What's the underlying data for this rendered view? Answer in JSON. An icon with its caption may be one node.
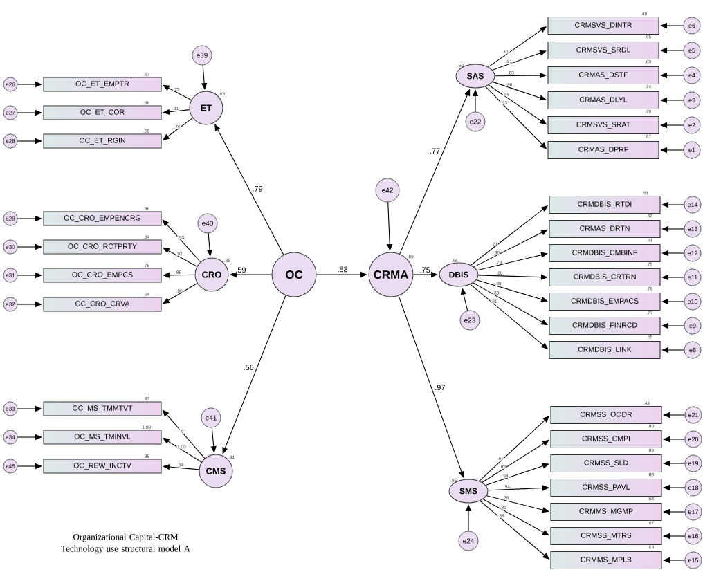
{
  "diagram": {
    "caption": "Organizational Capital-CRM Technology use structural model A",
    "nodes": [
      {
        "text": [
          "e39"
        ]
      },
      {
        "text": [
          "ET"
        ],
        "beside": [
          ".63"
        ]
      },
      {
        "text": [
          "e26"
        ]
      },
      {
        "text": [
          "OC_ET_EMPTR"
        ],
        "beside": [
          ".57"
        ]
      },
      {
        "text": [
          "e27"
        ]
      },
      {
        "text": [
          "OC_ET_COR"
        ],
        "beside": [
          ".66"
        ]
      },
      {
        "text": [
          "e28"
        ]
      },
      {
        "text": [
          "OC_ET_RGIN"
        ],
        "beside": [
          ".58"
        ]
      },
      {
        "text": [
          "e40"
        ]
      },
      {
        "text": [
          "CRO"
        ],
        "beside": [
          ".35"
        ]
      },
      {
        "text": [
          "e29"
        ]
      },
      {
        "text": [
          "OC_CRO_EMPENCRG"
        ],
        "beside": [
          ".86"
        ]
      },
      {
        "text": [
          "e30"
        ]
      },
      {
        "text": [
          "OC_CRO_RCTPRTY"
        ],
        "beside": [
          ".84"
        ]
      },
      {
        "text": [
          "e31"
        ]
      },
      {
        "text": [
          "OC_CRO_EMPCS"
        ],
        "beside": [
          ".78"
        ]
      },
      {
        "text": [
          "e32"
        ]
      },
      {
        "text": [
          "OC_CRO_CRVA"
        ],
        "beside": [
          ".64"
        ]
      },
      {
        "text": [
          "OC"
        ]
      },
      {
        "text": [
          "e41"
        ]
      },
      {
        "text": [
          "CMS"
        ],
        "beside": [
          ".81"
        ]
      },
      {
        "text": [
          "e33"
        ]
      },
      {
        "text": [
          "OC_MS_TMMTVT"
        ],
        "beside": [
          ".37"
        ]
      },
      {
        "text": [
          "e34"
        ]
      },
      {
        "text": [
          "OC_MS_TMINVL"
        ],
        "beside": [
          "1.00"
        ]
      },
      {
        "text": [
          "e45"
        ]
      },
      {
        "text": [
          "OC_REW_INCTV"
        ],
        "beside": [
          ".88"
        ]
      },
      {
        "text": [
          "e42"
        ]
      },
      {
        "text": [
          "CRMA"
        ],
        "beside": [
          ".69"
        ]
      },
      {
        "text": [
          "SAS"
        ],
        "beside": [
          ".60"
        ]
      },
      {
        "text": [
          "e22"
        ]
      },
      {
        "text": [
          "CRMSVS_DINTR"
        ],
        "beside": [
          ".48",
          ".65"
        ]
      },
      {
        "text": [
          "e6"
        ]
      },
      {
        "text": [
          "CRMSVS_SRDL"
        ],
        "beside": [
          ".69"
        ]
      },
      {
        "text": [
          "e5"
        ]
      },
      {
        "text": [
          "CRMAS_DSTF"
        ],
        "beside": [
          ".74"
        ]
      },
      {
        "text": [
          "e4"
        ]
      },
      {
        "text": [
          "CRMAS_DLYL"
        ],
        "beside": [
          ".78"
        ]
      },
      {
        "text": [
          "e3"
        ]
      },
      {
        "text": [
          "CRMSVS_SRAT"
        ],
        "beside": [
          ".87"
        ]
      },
      {
        "text": [
          "e2"
        ]
      },
      {
        "text": [
          "CRMAS_DPRF"
        ]
      },
      {
        "text": [
          "e1"
        ]
      },
      {
        "text": [
          "DBIS"
        ],
        "beside": [
          ".56"
        ]
      },
      {
        "text": [
          "e23"
        ]
      },
      {
        "text": [
          "CRMDBIS_RTDI"
        ],
        "beside": [
          ".51",
          ".63"
        ]
      },
      {
        "text": [
          "e14"
        ]
      },
      {
        "text": [
          "CRMAS_DRTN"
        ],
        "beside": [
          ".61"
        ]
      },
      {
        "text": [
          "e13"
        ]
      },
      {
        "text": [
          "CRMDBIS_CMBINF"
        ],
        "beside": [
          ".75"
        ]
      },
      {
        "text": [
          "e12"
        ]
      },
      {
        "text": [
          "CRMDBIS_CRTRN"
        ],
        "beside": [
          ".79"
        ]
      },
      {
        "text": [
          "e11"
        ]
      },
      {
        "text": [
          "CRMDBIS_EMPACS"
        ],
        "beside": [
          ".77"
        ]
      },
      {
        "text": [
          "e10"
        ]
      },
      {
        "text": [
          "CRMDBIS_FINRCD"
        ],
        "beside": [
          ".65"
        ]
      },
      {
        "text": [
          "e9"
        ]
      },
      {
        "text": [
          "CRMDBIS_LINK"
        ]
      },
      {
        "text": [
          "e8"
        ]
      },
      {
        "text": [
          "SMS"
        ],
        "beside": [
          ".95"
        ]
      },
      {
        "text": [
          "e24"
        ]
      },
      {
        "text": [
          "CRMSS_OODR"
        ],
        "beside": [
          ".44",
          ".80"
        ]
      },
      {
        "text": [
          "e21"
        ]
      },
      {
        "text": [
          "CRMSS_CMPI"
        ],
        "beside": [
          ".89"
        ]
      },
      {
        "text": [
          "e20"
        ]
      },
      {
        "text": [
          "CRMSS_SLD"
        ],
        "beside": [
          ".88"
        ]
      },
      {
        "text": [
          "e19"
        ]
      },
      {
        "text": [
          "CRMSS_PAVL"
        ],
        "beside": [
          ".58"
        ]
      },
      {
        "text": [
          "e18"
        ]
      },
      {
        "text": [
          "CRMMS_MGMP"
        ],
        "beside": [
          ".67"
        ]
      },
      {
        "text": [
          "e17"
        ]
      },
      {
        "text": [
          "CRMSS_MTRS"
        ],
        "beside": [
          ".63"
        ]
      },
      {
        "text": [
          "e16"
        ]
      },
      {
        "text": [
          "CRMMS_MPLB"
        ]
      },
      {
        "text": [
          "e15"
        ]
      }
    ],
    "edges": [
      {
        "from": 0,
        "to": 1,
        "arrow": "to"
      },
      {
        "from": 1,
        "to": 3,
        "arrow": "to",
        "label": ".75"
      },
      {
        "from": 1,
        "to": 5,
        "arrow": "to",
        "label": ".81"
      },
      {
        "from": 1,
        "to": 7,
        "arrow": "to",
        "label": ".76"
      },
      {
        "from": 2,
        "to": 3,
        "arrow": "to"
      },
      {
        "from": 4,
        "to": 5,
        "arrow": "to"
      },
      {
        "from": 6,
        "to": 7,
        "arrow": "to"
      },
      {
        "from": 8,
        "to": 9,
        "arrow": "to"
      },
      {
        "from": 9,
        "to": 11,
        "arrow": "to",
        "label": ".93"
      },
      {
        "from": 9,
        "to": 13,
        "arrow": "to",
        "label": ".92"
      },
      {
        "from": 9,
        "to": 15,
        "arrow": "to",
        "label": ".88"
      },
      {
        "from": 9,
        "to": 17,
        "arrow": "to",
        "label": ".80"
      },
      {
        "from": 10,
        "to": 11,
        "arrow": "to"
      },
      {
        "from": 12,
        "to": 13,
        "arrow": "to"
      },
      {
        "from": 14,
        "to": 15,
        "arrow": "to"
      },
      {
        "from": 16,
        "to": 17,
        "arrow": "to"
      },
      {
        "from": 18,
        "to": 1,
        "arrow": "to",
        "label": ".79"
      },
      {
        "from": 18,
        "to": 9,
        "arrow": "to",
        "label": ".59"
      },
      {
        "from": 18,
        "to": 20,
        "arrow": "to",
        "label": ".56"
      },
      {
        "from": 18,
        "to": 28,
        "arrow": "to",
        "label": ".83"
      },
      {
        "from": 19,
        "to": 20,
        "arrow": "to"
      },
      {
        "from": 20,
        "to": 22,
        "arrow": "to",
        "label": ".61"
      },
      {
        "from": 20,
        "to": 24,
        "arrow": "to",
        "label": "1.00"
      },
      {
        "from": 20,
        "to": 26,
        "arrow": "to",
        "label": ".94"
      },
      {
        "from": 21,
        "to": 22,
        "arrow": "to"
      },
      {
        "from": 23,
        "to": 24,
        "arrow": "to"
      },
      {
        "from": 25,
        "to": 26,
        "arrow": "to"
      },
      {
        "from": 27,
        "to": 28,
        "arrow": "to"
      },
      {
        "from": 28,
        "to": 29,
        "arrow": "to",
        "label": ".77"
      },
      {
        "from": 28,
        "to": 43,
        "arrow": "to",
        "label": ".75"
      },
      {
        "from": 28,
        "to": 59,
        "arrow": "to",
        "label": ".97"
      },
      {
        "from": 30,
        "to": 29,
        "arrow": "to"
      },
      {
        "from": 29,
        "to": 31,
        "arrow": "to",
        "label": ".69"
      },
      {
        "from": 29,
        "to": 33,
        "arrow": "to",
        "label": ".81"
      },
      {
        "from": 29,
        "to": 35,
        "arrow": "to",
        "label": ".83"
      },
      {
        "from": 29,
        "to": 37,
        "arrow": "to",
        "label": ".86"
      },
      {
        "from": 29,
        "to": 39,
        "arrow": "to",
        "label": ".88"
      },
      {
        "from": 29,
        "to": 41,
        "arrow": "to",
        "label": ".93"
      },
      {
        "from": 32,
        "to": 31,
        "arrow": "to"
      },
      {
        "from": 34,
        "to": 33,
        "arrow": "to"
      },
      {
        "from": 36,
        "to": 35,
        "arrow": "to"
      },
      {
        "from": 38,
        "to": 37,
        "arrow": "to"
      },
      {
        "from": 40,
        "to": 39,
        "arrow": "to"
      },
      {
        "from": 42,
        "to": 41,
        "arrow": "to"
      },
      {
        "from": 44,
        "to": 43,
        "arrow": "to"
      },
      {
        "from": 43,
        "to": 45,
        "arrow": "to",
        "label": ".71"
      },
      {
        "from": 43,
        "to": 47,
        "arrow": "to",
        "label": ".80"
      },
      {
        "from": 43,
        "to": 49,
        "arrow": "to",
        "label": ".78"
      },
      {
        "from": 43,
        "to": 51,
        "arrow": "to",
        "label": ".88"
      },
      {
        "from": 43,
        "to": 53,
        "arrow": "to",
        "label": ".89"
      },
      {
        "from": 43,
        "to": 55,
        "arrow": "to",
        "label": ".88"
      },
      {
        "from": 43,
        "to": 57,
        "arrow": "to",
        "label": ".81"
      },
      {
        "from": 46,
        "to": 45,
        "arrow": "to"
      },
      {
        "from": 48,
        "to": 47,
        "arrow": "to"
      },
      {
        "from": 50,
        "to": 49,
        "arrow": "to"
      },
      {
        "from": 52,
        "to": 51,
        "arrow": "to"
      },
      {
        "from": 54,
        "to": 53,
        "arrow": "to"
      },
      {
        "from": 56,
        "to": 55,
        "arrow": "to"
      },
      {
        "from": 58,
        "to": 57,
        "arrow": "to"
      },
      {
        "from": 60,
        "to": 59,
        "arrow": "to"
      },
      {
        "from": 59,
        "to": 61,
        "arrow": "to",
        "label": ".67"
      },
      {
        "from": 59,
        "to": 63,
        "arrow": "to",
        "label": ".89"
      },
      {
        "from": 59,
        "to": 65,
        "arrow": "to",
        "label": ".94"
      },
      {
        "from": 59,
        "to": 67,
        "arrow": "to",
        "label": ".94"
      },
      {
        "from": 59,
        "to": 69,
        "arrow": "to",
        "label": ".76"
      },
      {
        "from": 59,
        "to": 71,
        "arrow": "to",
        "label": ".82"
      },
      {
        "from": 59,
        "to": 73,
        "arrow": "to",
        "label": ".88"
      },
      {
        "from": 62,
        "to": 61,
        "arrow": "to"
      },
      {
        "from": 64,
        "to": 63,
        "arrow": "to"
      },
      {
        "from": 66,
        "to": 65,
        "arrow": "to"
      },
      {
        "from": 68,
        "to": 67,
        "arrow": "to"
      },
      {
        "from": 70,
        "to": 69,
        "arrow": "to"
      },
      {
        "from": 72,
        "to": 71,
        "arrow": "to"
      },
      {
        "from": 74,
        "to": 73,
        "arrow": "to"
      }
    ]
  }
}
